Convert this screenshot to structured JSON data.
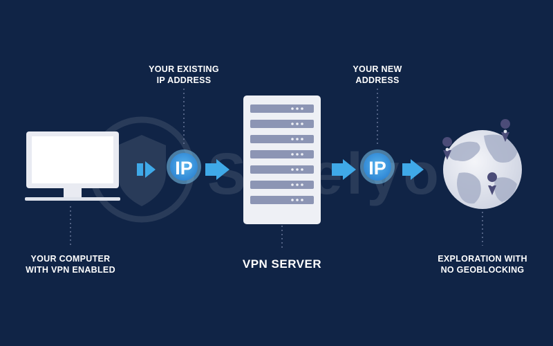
{
  "diagram": {
    "labels": {
      "computer": [
        "YOUR COMPUTER",
        "WITH VPN ENABLED"
      ],
      "existing_ip": [
        "YOUR EXISTING",
        "IP ADDRESS"
      ],
      "server": "VPN SERVER",
      "new_ip": [
        "YOUR NEW",
        "ADDRESS"
      ],
      "world": [
        "EXPLORATION WITH",
        "NO GEOBLOCKING"
      ]
    },
    "ip_badge_text": "IP",
    "watermark": "Safelyo",
    "colors": {
      "background": "#102446",
      "arrow": "#3fa9e8",
      "badge_outer": "#7cc7f0",
      "badge_inner": "#3a9be0",
      "device": "#e9ebf2",
      "server_slot": "#8c95b4",
      "globe_land": "#bcc3d6",
      "pin": "#4b4c78"
    }
  }
}
